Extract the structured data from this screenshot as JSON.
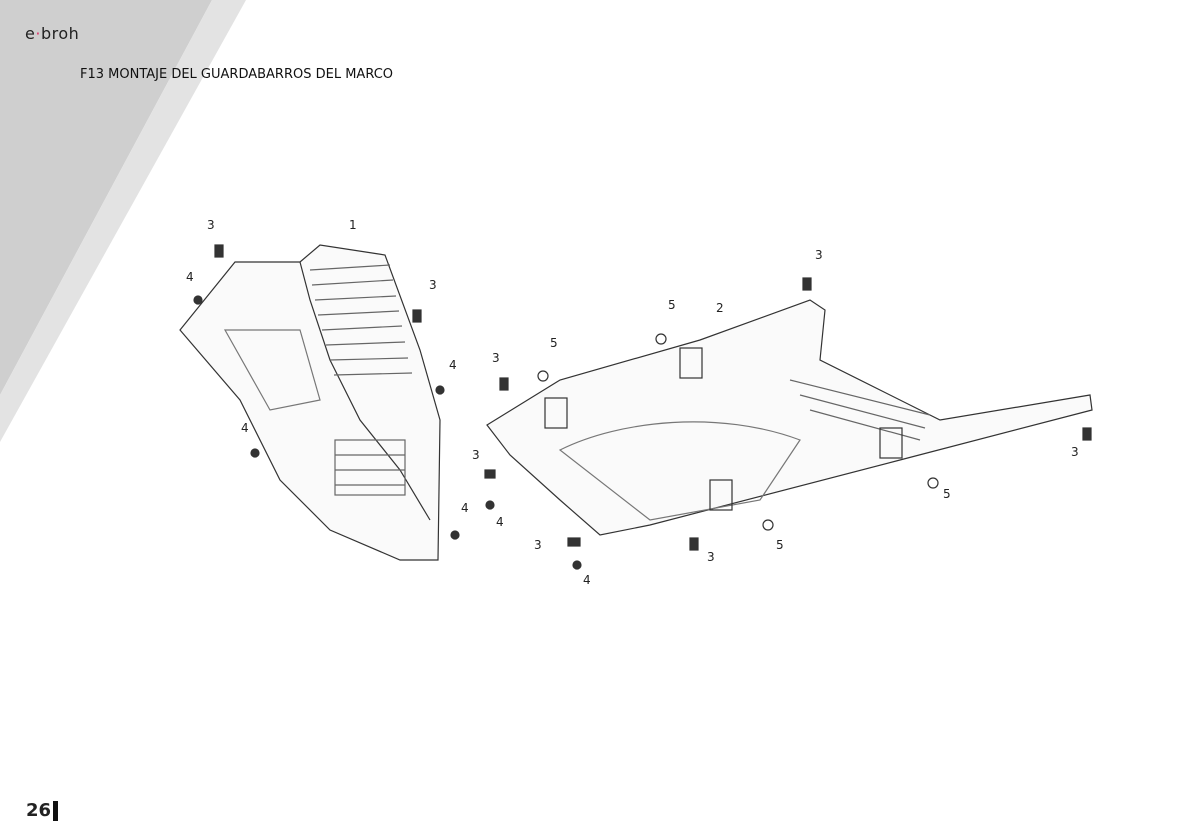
{
  "header": {
    "logo_prefix": "e",
    "logo_suffix": "broh",
    "title": "F13 MONTAJE DEL GUARDABARROS DEL MARCO"
  },
  "diagram": {
    "callouts": [
      "3",
      "1",
      "4",
      "3",
      "4",
      "3",
      "5",
      "5",
      "2",
      "3",
      "4",
      "3",
      "4",
      "4",
      "3",
      "4",
      "3",
      "5",
      "5",
      "3"
    ]
  },
  "footer": {
    "page_number": "26"
  },
  "colors": {
    "accent": "#e0356b",
    "band_dark": "#cfcfcf",
    "band_light": "#e4e4e4"
  }
}
